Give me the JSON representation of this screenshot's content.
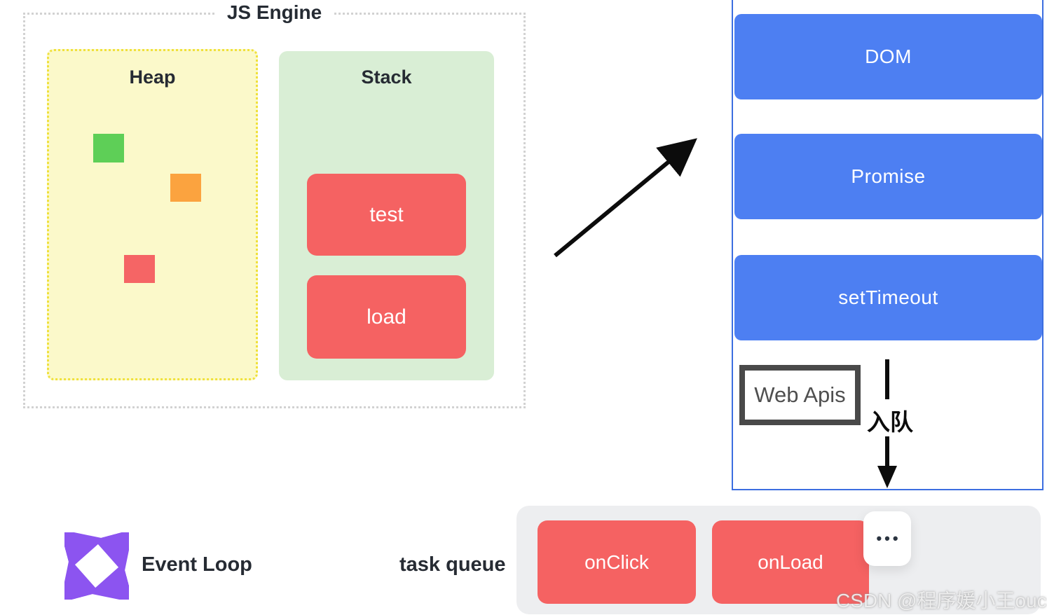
{
  "js_engine": {
    "title": "JS Engine",
    "heap": {
      "title": "Heap",
      "objects": [
        {
          "name": "green-object",
          "color": "#5ecf57"
        },
        {
          "name": "orange-object",
          "color": "#fba33f"
        },
        {
          "name": "red-object",
          "color": "#f56565"
        }
      ]
    },
    "stack": {
      "title": "Stack",
      "frames": [
        "test",
        "load"
      ]
    }
  },
  "web_apis_panel": {
    "apis": [
      "DOM",
      "Promise",
      "setTimeout"
    ],
    "web_apis_label": "Web Apis",
    "enqueue_label": "入队"
  },
  "event_loop": {
    "label": "Event Loop"
  },
  "task_queue": {
    "label": "task queue",
    "tasks": [
      "onClick",
      "onLoad"
    ],
    "ellipsis": "•••"
  },
  "watermark": "CSDN @程序媛小王ouc",
  "colors": {
    "api_blue": "#4d7ff2",
    "panel_border_blue": "#3c6ee0",
    "task_red": "#f56262",
    "heap_bg": "#fbf9ca",
    "heap_border_yellow": "#f0e13c",
    "stack_bg": "#d9eed5",
    "queue_bg": "#edeef0",
    "loop_purple": "#8c54f0",
    "web_apis_border": "#494949",
    "arrow_black": "#0c0c0c",
    "text_dark": "#262b33"
  }
}
